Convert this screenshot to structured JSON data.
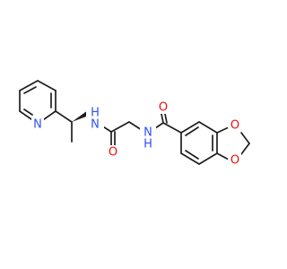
{
  "atom_labels": {
    "pyridine_n": "N",
    "amide1_nh": "N",
    "amide1_h": "H",
    "amide1_o": "O",
    "amide2_nh": "N",
    "amide2_h": "H",
    "amide2_o": "O",
    "dioxole_o_upper": "O",
    "dioxole_o_lower": "O"
  },
  "colors": {
    "bond": "#1e1e1e",
    "nitrogen": "#3050f8",
    "oxygen": "#e8100c"
  }
}
